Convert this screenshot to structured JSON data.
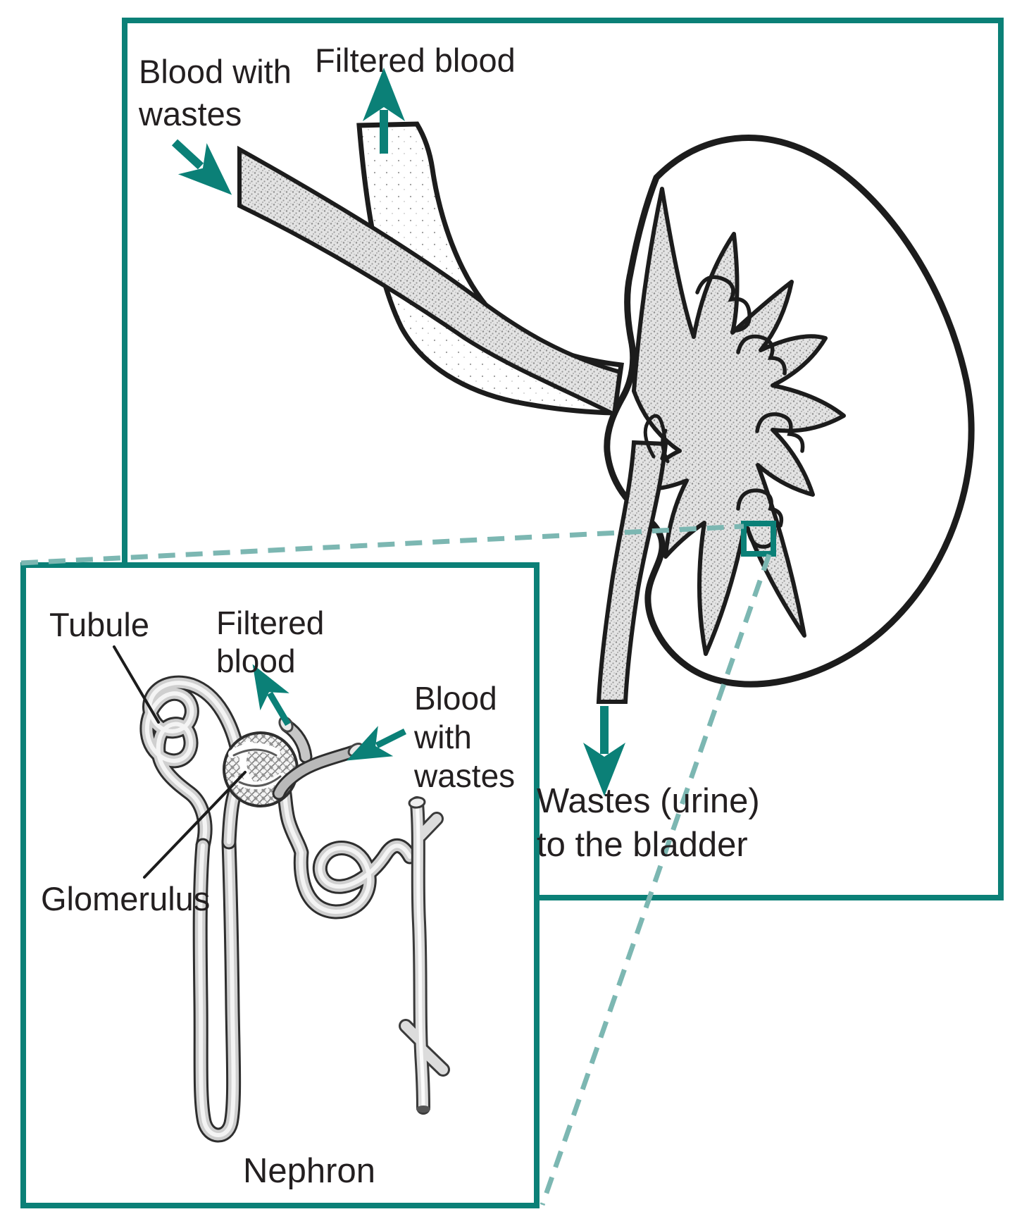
{
  "diagram": {
    "title_semantic": "Kidney filtration and nephron inset diagram",
    "type": "anatomy-illustration"
  },
  "main_panel": {
    "labels": {
      "blood_with_wastes": "Blood with\nwastes",
      "filtered_blood": "Filtered blood",
      "wastes_urine": "Wastes (urine)\nto the bladder"
    },
    "flow_arrows": [
      {
        "name": "blood-with-wastes-arrow",
        "direction": "down-right"
      },
      {
        "name": "filtered-blood-arrow",
        "direction": "up"
      },
      {
        "name": "wastes-urine-arrow",
        "direction": "down"
      }
    ],
    "structures": [
      "kidney",
      "renal artery",
      "renal vein",
      "ureter",
      "renal pelvis"
    ]
  },
  "inset_panel": {
    "caption": "Nephron",
    "labels": {
      "tubule": "Tubule",
      "filtered_blood": "Filtered\nblood",
      "blood_with_wastes": "Blood\nwith\nwastes",
      "glomerulus": "Glomerulus"
    },
    "flow_arrows": [
      {
        "name": "inset-filtered-blood-arrow",
        "direction": "up-left"
      },
      {
        "name": "inset-blood-with-wastes-arrow",
        "direction": "down-left"
      }
    ],
    "structures": [
      "tubule",
      "glomerulus",
      "loop of henle",
      "collecting duct"
    ]
  },
  "callout": {
    "zoom_box": "nephron location on kidney",
    "connector_style": "dashed"
  },
  "colors": {
    "teal_accent": "#0b8077",
    "dashed_teal": "#7cb7b2",
    "ink": "#1c1c1c",
    "text": "#231f20",
    "stipple_fill": "#e3e3e3"
  }
}
